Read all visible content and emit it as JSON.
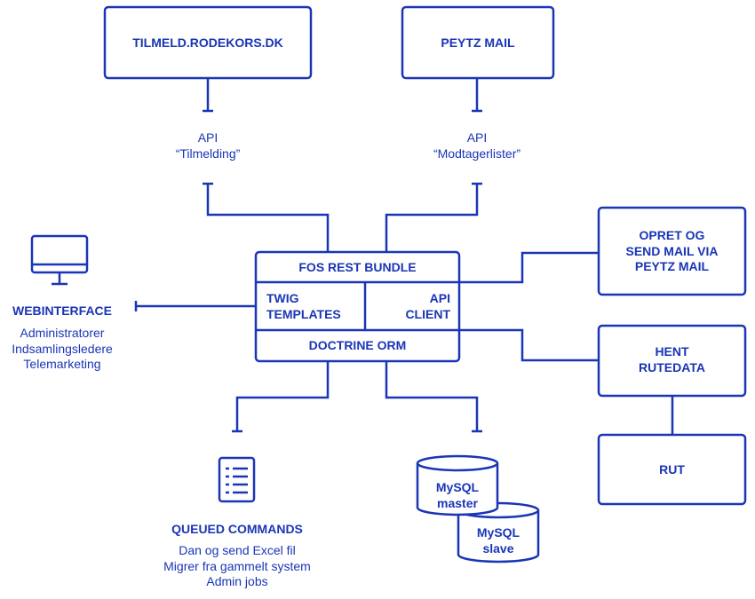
{
  "nodes": {
    "tilmeld": "TILMELD.RODEKORS.DK",
    "peytz_mail": "PEYTZ MAIL",
    "fos_rest_bundle": "FOS REST BUNDLE",
    "twig_line1": "TWIG",
    "twig_line2": "TEMPLATES",
    "api_client_line1": "API",
    "api_client_line2": "CLIENT",
    "doctrine": "DOCTRINE ORM",
    "opret_line1": "OPRET OG",
    "opret_line2": "SEND MAIL VIA",
    "opret_line3": "PEYTZ MAIL",
    "hent_line1": "HENT",
    "hent_line2": "RUTEDATA",
    "rut": "RUT"
  },
  "apis": {
    "tilmelding_line1": "API",
    "tilmelding_line2": "“Tilmelding”",
    "modtager_line1": "API",
    "modtager_line2": "“Modtagerlister”"
  },
  "webinterface": {
    "title": "WEBINTERFACE",
    "items": [
      "Administratorer",
      "Indsamlingsledere",
      "Telemarketing"
    ]
  },
  "queued": {
    "title": "QUEUED COMMANDS",
    "items": [
      "Dan og send Excel fil",
      "Migrer fra gammelt system",
      "Admin jobs"
    ]
  },
  "databases": {
    "master_line1": "MySQL",
    "master_line2": "master",
    "slave_line1": "MySQL",
    "slave_line2": "slave"
  },
  "colors": {
    "primary": "#1a35b6",
    "background": "#ffffff"
  },
  "icons": {
    "monitor": "monitor-icon",
    "document": "document-list-icon"
  }
}
